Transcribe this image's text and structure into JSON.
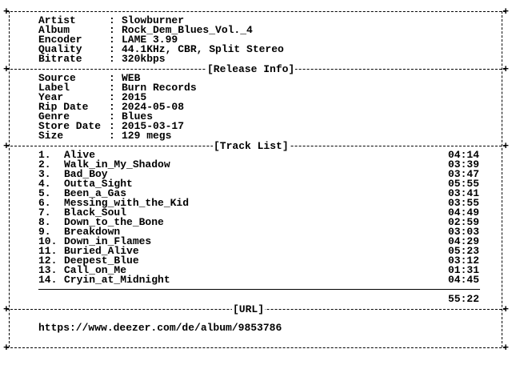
{
  "meta": {
    "fields": [
      {
        "key": "Artist",
        "value": "Slowburner"
      },
      {
        "key": "Album",
        "value": "Rock_Dem_Blues_Vol._4"
      },
      {
        "key": "Encoder",
        "value": "LAME 3.99"
      },
      {
        "key": "Quality",
        "value": "44.1KHz, CBR, Split Stereo"
      },
      {
        "key": "Bitrate",
        "value": "320kbps"
      }
    ]
  },
  "release": {
    "title": "[Release Info]",
    "fields": [
      {
        "key": "Source",
        "value": "WEB"
      },
      {
        "key": "Label",
        "value": "Burn Records"
      },
      {
        "key": "Year",
        "value": "2015"
      },
      {
        "key": "Rip Date",
        "value": "2024-05-08"
      },
      {
        "key": "Genre",
        "value": "Blues"
      },
      {
        "key": "Store Date",
        "value": "2015-03-17"
      },
      {
        "key": "Size",
        "value": "129 megs"
      }
    ]
  },
  "tracklist": {
    "title": "[Track List]",
    "tracks": [
      {
        "num": "1.",
        "title": "Alive",
        "duration": "04:14"
      },
      {
        "num": "2.",
        "title": "Walk_in_My_Shadow",
        "duration": "03:39"
      },
      {
        "num": "3.",
        "title": "Bad_Boy",
        "duration": "03:47"
      },
      {
        "num": "4.",
        "title": "Outta_Sight",
        "duration": "05:55"
      },
      {
        "num": "5.",
        "title": "Been_a_Gas",
        "duration": "03:41"
      },
      {
        "num": "6.",
        "title": "Messing_with_the_Kid",
        "duration": "03:55"
      },
      {
        "num": "7.",
        "title": "Black_Soul",
        "duration": "04:49"
      },
      {
        "num": "8.",
        "title": "Down_to_the_Bone",
        "duration": "02:59"
      },
      {
        "num": "9.",
        "title": "Breakdown",
        "duration": "03:03"
      },
      {
        "num": "10.",
        "title": "Down_in_Flames",
        "duration": "04:29"
      },
      {
        "num": "11.",
        "title": "Buried_Alive",
        "duration": "05:23"
      },
      {
        "num": "12.",
        "title": "Deepest_Blue",
        "duration": "03:12"
      },
      {
        "num": "13.",
        "title": "Call_on_Me",
        "duration": "01:31"
      },
      {
        "num": "14.",
        "title": "Cryin_at_Midnight",
        "duration": "04:45"
      }
    ],
    "total": "55:22"
  },
  "url": {
    "title": "[URL]",
    "value": "https://www.deezer.com/de/album/9853786"
  }
}
